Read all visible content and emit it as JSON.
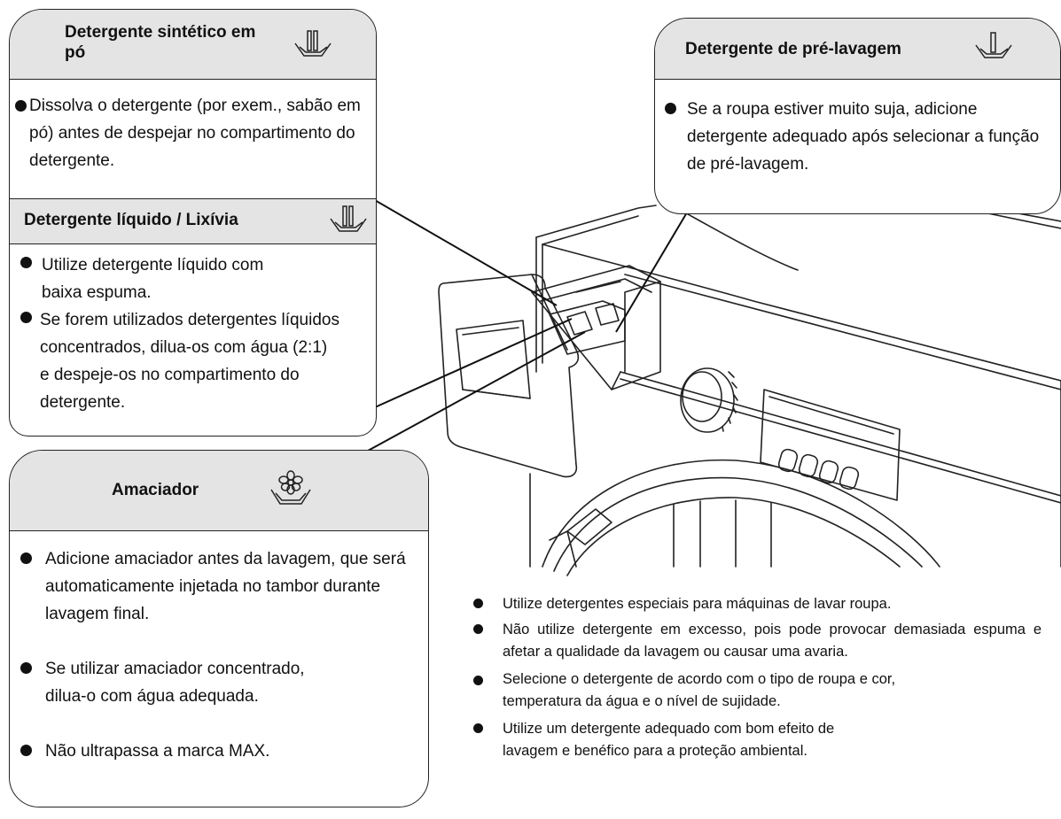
{
  "icons": {
    "tray_two_bars": "detergent-tray-two-bars-icon",
    "tray_one_bar": "detergent-tray-one-bar-icon",
    "tray_flower": "softener-flower-icon"
  },
  "panel_powder": {
    "title": "Detergente sintético em pó",
    "items": [
      "Dissolva o detergente (por exem., sabão em pó) antes de despejar no compartimento do detergente."
    ]
  },
  "panel_liquid": {
    "title": "Detergente líquido / Lixívia",
    "items": [
      "Utilize detergente líquido com baixa espuma.",
      "Se forem utilizados detergentes líquidos concentrados, dilua-os com água (2:1) e despeje-os no compartimento do detergente."
    ]
  },
  "panel_softener": {
    "title": "Amaciador",
    "items": [
      "Adicione amaciador antes da lavagem, que será automaticamente injetada no tambor durante lavagem final.",
      "Se utilizar amaciador concentrado, dilua-o com água adequada.",
      "Não ultrapassa a marca MAX."
    ]
  },
  "panel_prewash": {
    "title": "Detergente de pré-lavagem",
    "items": [
      "Se a roupa estiver muito suja, adicione detergente adequado após selecionar a função de pré-lavagem."
    ]
  },
  "general_tips": [
    "Utilize detergentes especiais para máquinas de lavar roupa.",
    "Não utilize detergente em excesso, pois pode provocar demasiada espuma e afetar a qualidade da lavagem ou causar uma avaria.",
    "Selecione o detergente de acordo com o tipo de roupa e cor, temperatura da água e o nível de sujidade.",
    "Utilize um detergente adequado com bom efeito de lavagem e benéfico para a proteção ambiental."
  ]
}
